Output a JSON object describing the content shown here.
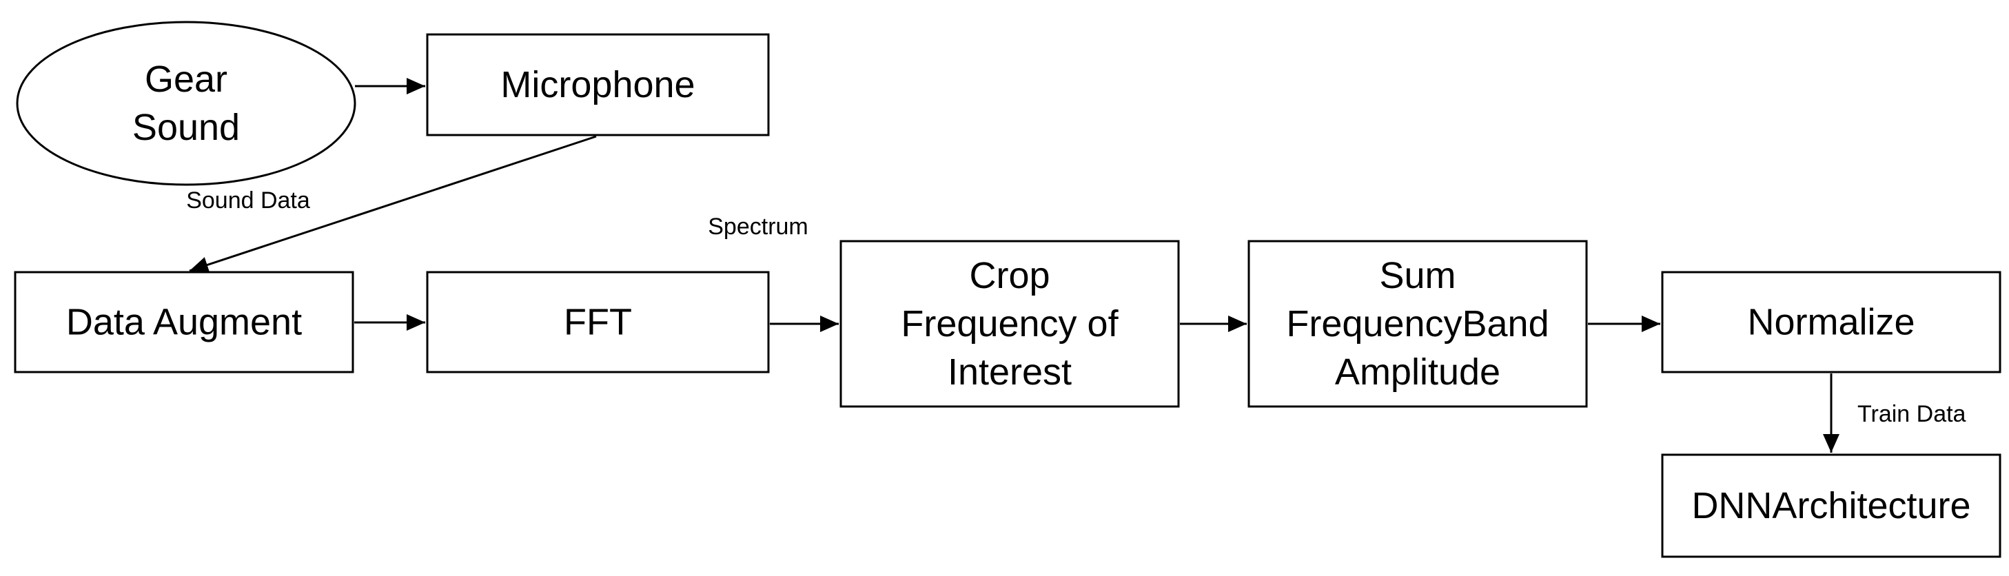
{
  "diagram": {
    "nodes": {
      "gear_sound": {
        "shape": "ellipse",
        "lines": [
          "Gear",
          "Sound"
        ]
      },
      "microphone": {
        "shape": "rect",
        "lines": [
          "Microphone"
        ]
      },
      "data_augment": {
        "shape": "rect",
        "lines": [
          "Data Augment"
        ]
      },
      "fft": {
        "shape": "rect",
        "lines": [
          "FFT"
        ]
      },
      "crop": {
        "shape": "rect",
        "lines": [
          "Crop",
          "Frequency of",
          "Interest"
        ]
      },
      "sum": {
        "shape": "rect",
        "lines": [
          "Sum",
          "FrequencyBand",
          "Amplitude"
        ]
      },
      "normalize": {
        "shape": "rect",
        "lines": [
          "Normalize"
        ]
      },
      "dnn": {
        "shape": "rect",
        "lines": [
          "DNNArchitecture"
        ]
      }
    },
    "edges": [
      {
        "from": "gear_sound",
        "to": "microphone",
        "label": ""
      },
      {
        "from": "microphone",
        "to": "data_augment",
        "label": "Sound Data"
      },
      {
        "from": "data_augment",
        "to": "fft",
        "label": ""
      },
      {
        "from": "fft",
        "to": "crop",
        "label": "Spectrum"
      },
      {
        "from": "crop",
        "to": "sum",
        "label": ""
      },
      {
        "from": "sum",
        "to": "normalize",
        "label": ""
      },
      {
        "from": "normalize",
        "to": "dnn",
        "label": "Train Data"
      }
    ]
  }
}
